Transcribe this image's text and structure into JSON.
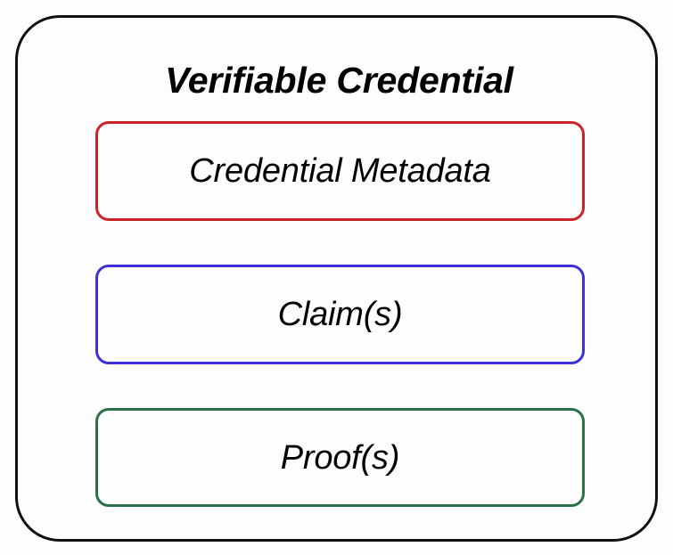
{
  "diagram": {
    "title": "Verifiable Credential",
    "container": {
      "name": "verifiable-credential-container",
      "border_color": "#111111",
      "background": "#fdfdfd"
    },
    "sections": [
      {
        "id": "credential-metadata",
        "label": "Credential Metadata",
        "border_color": "#cc2229",
        "color_name": "red"
      },
      {
        "id": "claims",
        "label": "Claim(s)",
        "border_color": "#3d30d8",
        "color_name": "blue"
      },
      {
        "id": "proofs",
        "label": "Proof(s)",
        "border_color": "#2a7048",
        "color_name": "green"
      }
    ]
  }
}
